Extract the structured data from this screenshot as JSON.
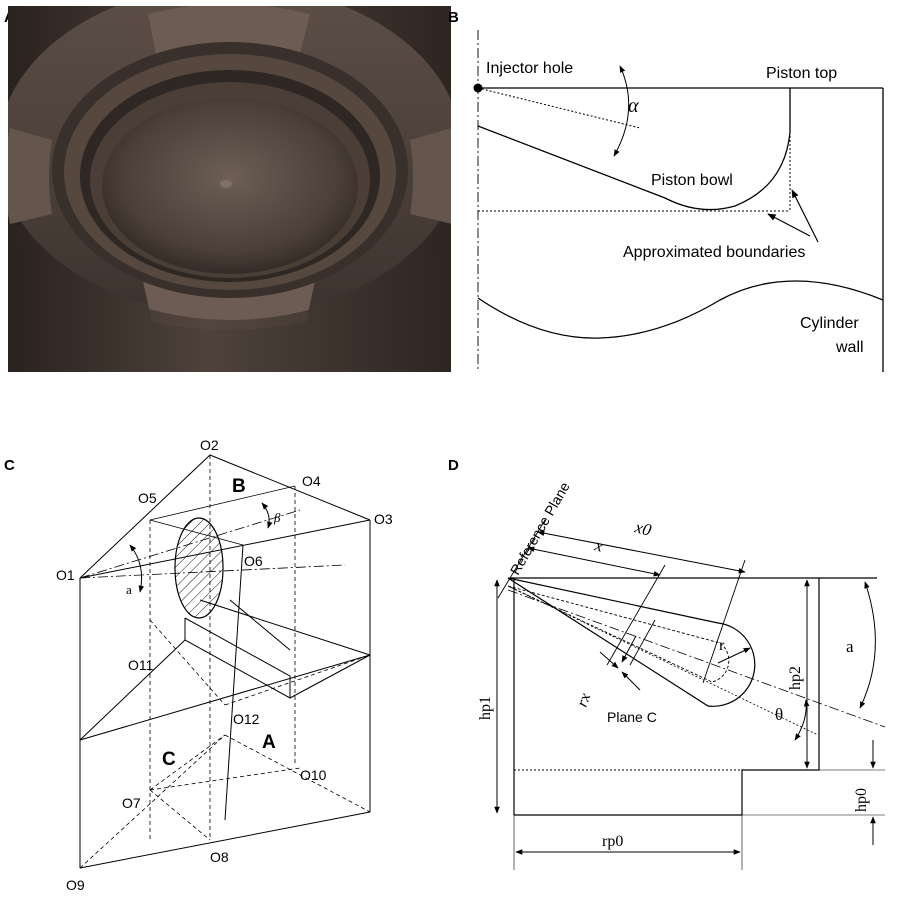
{
  "panels": {
    "A": {
      "letter": "A",
      "image": "piston-render-photo"
    },
    "B": {
      "letter": "B",
      "labels": {
        "injector_hole": "Injector hole",
        "piston_top": "Piston top",
        "alpha": "α",
        "piston_bowl": "Piston bowl",
        "approximated_boundaries": "Approximated boundaries",
        "cylinder": "Cylinder",
        "wall": "wall"
      }
    },
    "C": {
      "letter": "C",
      "points": {
        "O1": "O1",
        "O2": "O2",
        "O3": "O3",
        "O4": "O4",
        "O5": "O5",
        "O6": "O6",
        "O7": "O7",
        "O8": "O8",
        "O9": "O9",
        "O10": "O10",
        "O11": "O11",
        "O12": "O12"
      },
      "regions": {
        "A": "A",
        "B": "B",
        "C": "C"
      },
      "angles": {
        "alpha": "a",
        "beta": "β"
      }
    },
    "D": {
      "letter": "D",
      "labels": {
        "reference_plane": "Reference Plane",
        "x0": "x0",
        "x": "x",
        "r": "r",
        "rx": "rx",
        "plane_c": "Plane C",
        "theta": "θ",
        "alpha": "a",
        "hp1": "hp1",
        "hp2": "hp2",
        "hp0": "hp0",
        "rp0": "rp0"
      }
    }
  },
  "colors": {
    "ink": "#000000",
    "piston_dark": "#3a302b",
    "piston_mid": "#5a4d45",
    "piston_light": "#7b6c62"
  }
}
